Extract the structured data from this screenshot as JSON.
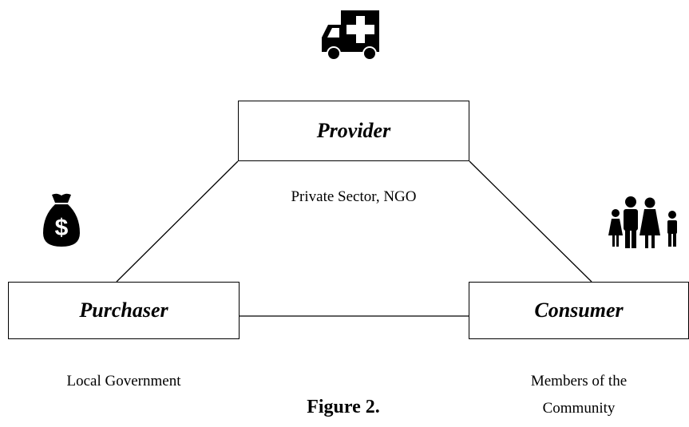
{
  "diagram": {
    "figure_title": "Figure 2.",
    "nodes": {
      "provider": {
        "title": "Provider",
        "caption": "Private Sector, NGO",
        "icon": "ambulance-icon"
      },
      "purchaser": {
        "title": "Purchaser",
        "caption": "Local Government",
        "icon": "money-bag-icon"
      },
      "consumer": {
        "title": "Consumer",
        "caption_line1": "Members of the",
        "caption_line2": "Community",
        "icon": "family-icon"
      }
    },
    "edges": [
      {
        "from": "provider",
        "to": "purchaser"
      },
      {
        "from": "provider",
        "to": "consumer"
      },
      {
        "from": "purchaser",
        "to": "consumer"
      }
    ],
    "colors": {
      "line": "#000000",
      "background": "#ffffff"
    }
  }
}
